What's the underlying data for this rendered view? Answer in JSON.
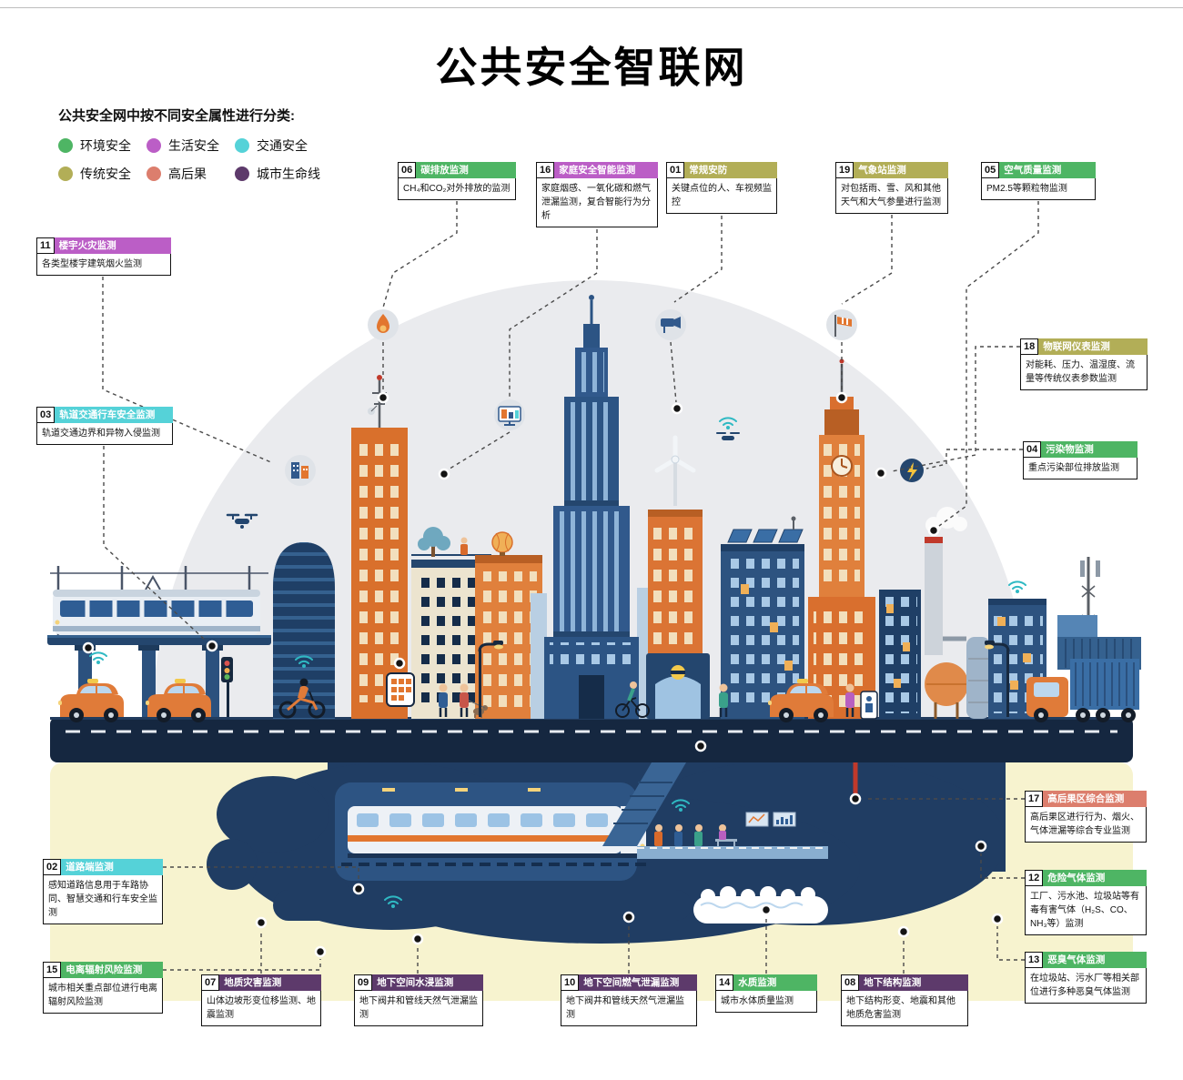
{
  "page": {
    "title": "公共安全智联网",
    "subtitle": "公共安全网中按不同安全属性进行分类:"
  },
  "categories": {
    "environment": {
      "label": "环境安全",
      "color": "#4eb564"
    },
    "life": {
      "label": "生活安全",
      "color": "#bb5ec6"
    },
    "traffic": {
      "label": "交通安全",
      "color": "#55d2d8"
    },
    "traditional": {
      "label": "传统安全",
      "color": "#b2ae57"
    },
    "high_consequence": {
      "label": "高后果",
      "color": "#dc7e6d"
    },
    "lifeline": {
      "label": "城市生命线",
      "color": "#5d3a6b"
    }
  },
  "callouts": [
    {
      "number": "01",
      "title": "常规安防",
      "desc": "关键点位的人、车视频监控",
      "category": "traditional"
    },
    {
      "number": "02",
      "title": "道路端监测",
      "desc": "感知道路信息用于车路协同、智慧交通和行车安全监测",
      "category": "traffic"
    },
    {
      "number": "03",
      "title": "轨道交通行车安全监测",
      "desc": "轨道交通边界和异物入侵监测",
      "category": "traffic"
    },
    {
      "number": "04",
      "title": "污染物监测",
      "desc": "重点污染部位排放监测",
      "category": "environment"
    },
    {
      "number": "05",
      "title": "空气质量监测",
      "desc": "PM2.5等颗粒物监测",
      "category": "environment"
    },
    {
      "number": "06",
      "title": "碳排放监测",
      "desc": "CH₄和CO₂对外排放的监测",
      "category": "environment"
    },
    {
      "number": "07",
      "title": "地质灾害监测",
      "desc": "山体边坡形变位移监测、地震监测",
      "category": "lifeline"
    },
    {
      "number": "08",
      "title": "地下结构监测",
      "desc": "地下结构形变、地震和其他地质危害监测",
      "category": "lifeline"
    },
    {
      "number": "09",
      "title": "地下空间水浸监测",
      "desc": "地下阀井和管线天然气泄漏监测",
      "category": "lifeline"
    },
    {
      "number": "10",
      "title": "地下空间燃气泄漏监测",
      "desc": "地下阀井和管线天然气泄漏监测",
      "category": "lifeline"
    },
    {
      "number": "11",
      "title": "楼宇火灾监测",
      "desc": "各类型楼宇建筑烟火监测",
      "category": "life"
    },
    {
      "number": "12",
      "title": "危险气体监测",
      "desc": "工厂、污水池、垃圾站等有毒有害气体（H₂S、CO、NH₃等）监测",
      "category": "environment"
    },
    {
      "number": "13",
      "title": "恶臭气体监测",
      "desc": "在垃圾站、污水厂等相关部位进行多种恶臭气体监测",
      "category": "environment"
    },
    {
      "number": "14",
      "title": "水质监测",
      "desc": "城市水体质量监测",
      "category": "environment"
    },
    {
      "number": "15",
      "title": "电离辐射风险监测",
      "desc": "城市相关重点部位进行电离辐射风险监测",
      "category": "environment"
    },
    {
      "number": "16",
      "title": "家庭安全智能监测",
      "desc": "家庭烟感、一氧化碳和燃气泄漏监测，复合智能行为分析",
      "category": "life"
    },
    {
      "number": "17",
      "title": "高后果区综合监测",
      "desc": "高后果区进行行为、烟火、气体泄漏等综合专业监测",
      "category": "high_consequence"
    },
    {
      "number": "18",
      "title": "物联网仪表监测",
      "desc": "对能耗、压力、温湿度、流量等传统仪表参数监测",
      "category": "traditional"
    },
    {
      "number": "19",
      "title": "气象站监测",
      "desc": "对包括雨、雪、风和其他天气和大气参量进行监测",
      "category": "traditional"
    }
  ],
  "icons": [
    "flame-icon",
    "monitor-icon",
    "camera-icon",
    "windsock-icon",
    "building-icon",
    "lightning-bolt-icon",
    "drone-icon",
    "wifi-icon",
    "sensor-dot-icon"
  ]
}
